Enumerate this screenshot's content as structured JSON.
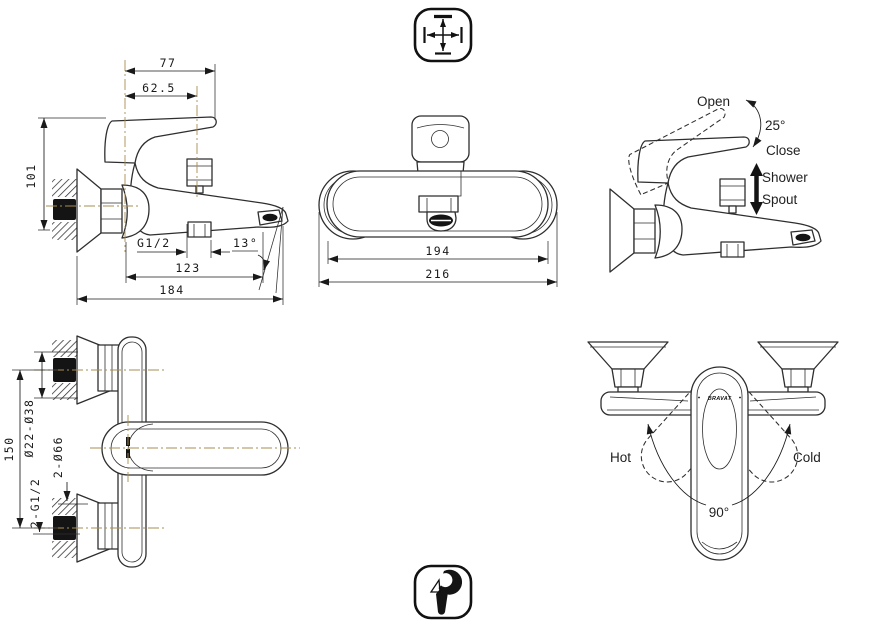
{
  "colors": {
    "background": "#ffffff",
    "line": "#2e2e2e",
    "dimension_text": "#1a1a1a",
    "centerline": "#a88d52",
    "solid_fill": "#141414"
  },
  "icons": {
    "top": "dimension-cross-icon",
    "bottom": "wrench-icon"
  },
  "views": {
    "side_dim": {
      "d77": "77",
      "d62_5": "62.5",
      "d101": "101",
      "thread": "G1/2",
      "angle": "13°",
      "d123": "123",
      "d184": "184"
    },
    "front_dim": {
      "d194": "194",
      "d216": "216"
    },
    "side_op": {
      "open": "Open",
      "angle": "25°",
      "close": "Close",
      "shower": "Shower",
      "spout": "Spout"
    },
    "top_dim": {
      "range": "Ø22-Ø38",
      "d150": "150",
      "base": "2-Ø66",
      "thread": "2-G1/2"
    },
    "front_op": {
      "hot": "Hot",
      "cold": "Cold",
      "angle": "90°",
      "brand": "BRAVAT"
    }
  }
}
